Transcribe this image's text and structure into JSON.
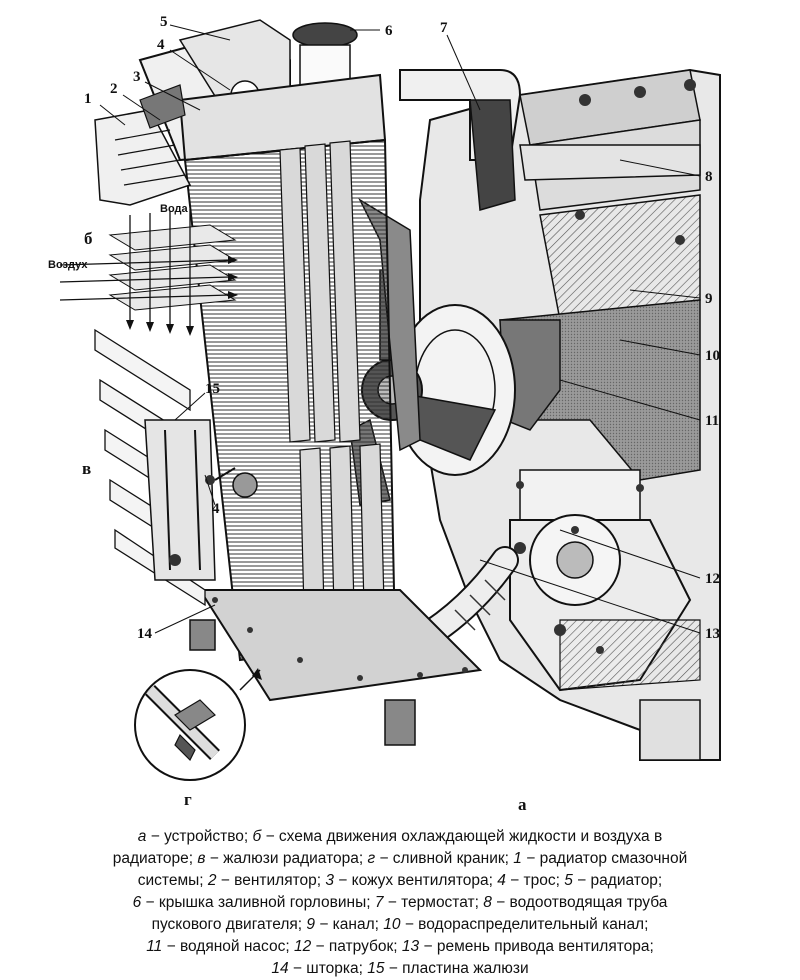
{
  "figure": {
    "callouts": [
      "1",
      "2",
      "3",
      "4",
      "5",
      "6",
      "7",
      "8",
      "9",
      "10",
      "11",
      "12",
      "13",
      "14",
      "15"
    ],
    "second_4": "4",
    "sublabels": {
      "b": "б",
      "v": "в",
      "g": "г",
      "a": "а"
    },
    "inset_labels": {
      "water": "Вода",
      "air": "Воздух"
    }
  },
  "caption": {
    "lines": [
      [
        {
          "i": "а"
        },
        {
          "t": " − устройство; "
        },
        {
          "i": "б"
        },
        {
          "t": " − схема движения охлаждающей жидкости и воздуха в"
        }
      ],
      [
        {
          "t": "радиаторе; "
        },
        {
          "i": "в"
        },
        {
          "t": " − жалюзи радиатора; "
        },
        {
          "i": "г"
        },
        {
          "t": " − сливной краник; "
        },
        {
          "i": "1"
        },
        {
          "t": " − радиатор смазочной"
        }
      ],
      [
        {
          "t": "системы; "
        },
        {
          "i": "2"
        },
        {
          "t": " − вентилятор; "
        },
        {
          "i": "3"
        },
        {
          "t": " − кожух вентилятора; "
        },
        {
          "i": "4"
        },
        {
          "t": " − трос; "
        },
        {
          "i": "5"
        },
        {
          "t": " − радиатор;"
        }
      ],
      [
        {
          "i": "6"
        },
        {
          "t": " − крышка заливной горловины; "
        },
        {
          "i": "7"
        },
        {
          "t": " − термостат; "
        },
        {
          "i": "8"
        },
        {
          "t": " − водоотводящая труба"
        }
      ],
      [
        {
          "t": "пускового двигателя; "
        },
        {
          "i": "9"
        },
        {
          "t": " − канал; "
        },
        {
          "i": "10"
        },
        {
          "t": " − водораспределительный канал;"
        }
      ],
      [
        {
          "i": "11"
        },
        {
          "t": " − водяной насос; "
        },
        {
          "i": "12"
        },
        {
          "t": " − патрубок; "
        },
        {
          "i": "13"
        },
        {
          "t": " − ремень привода вентилятора;"
        }
      ],
      [
        {
          "i": "14"
        },
        {
          "t": " − шторка; "
        },
        {
          "i": "15"
        },
        {
          "t": " − пластина жалюзи"
        }
      ]
    ]
  }
}
